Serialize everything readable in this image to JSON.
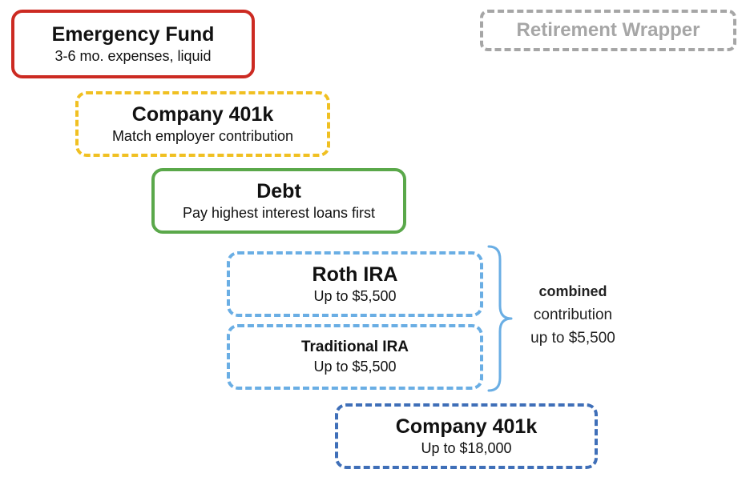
{
  "legend": {
    "label": "Retirement Wrapper",
    "border_color": "#a6a6a6",
    "style": "dashed"
  },
  "steps": [
    {
      "id": "emergency",
      "title": "Emergency Fund",
      "subtitle": "3-6 mo. expenses, liquid",
      "border_color": "#cc2a22",
      "style": "solid"
    },
    {
      "id": "401k-match",
      "title": "Company 401k",
      "subtitle": "Match employer contribution",
      "border_color": "#f0c022",
      "style": "dashed"
    },
    {
      "id": "debt",
      "title": "Debt",
      "subtitle": "Pay highest interest loans first",
      "border_color": "#5aa84a",
      "style": "solid"
    },
    {
      "id": "roth",
      "title": "Roth IRA",
      "subtitle": "Up to $5,500",
      "border_color": "#6aaee4",
      "style": "dashed"
    },
    {
      "id": "trad",
      "title": "Traditional IRA",
      "subtitle": "Up to $5,500",
      "border_color": "#6aaee4",
      "style": "dashed"
    },
    {
      "id": "401k-limit",
      "title": "Company 401k",
      "subtitle": "Up to $18,000",
      "border_color": "#3f6fb8",
      "style": "dashed"
    }
  ],
  "combined_note": {
    "line1": "combined",
    "line2": "contribution",
    "line3": "up to $5,500",
    "bracket_color": "#6aaee4"
  }
}
